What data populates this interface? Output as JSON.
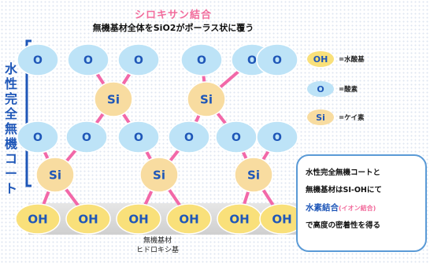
{
  "title": "シロキサン結合",
  "subtitle": "無機基材全体をSiO2がポーラス状に覆う",
  "vertical_label": [
    "水",
    "性",
    "完",
    "全",
    "無",
    "機",
    "コ",
    "ー",
    "ト"
  ],
  "base_label": [
    "無機基材",
    "ヒドロキシ基"
  ],
  "atom_labels": {
    "o": "O",
    "si": "Si",
    "oh": "OH"
  },
  "legend": [
    {
      "symbol": "OH",
      "text": "=水酸基",
      "color": "#f9e07a"
    },
    {
      "symbol": "O",
      "text": "=酸素",
      "color": "#bde3f7"
    },
    {
      "symbol": "Si",
      "text": "=ケイ素",
      "color": "#f8dca0"
    }
  ],
  "callout": {
    "line1": "水性完全無機コートと",
    "line2": "無機基材はSI-OHにて",
    "line3": "水素結合",
    "line3_note": "(イオン結合)",
    "line4": "で高度の密着性を得る"
  },
  "colors": {
    "bond": "#f268a8",
    "oxygen": "#bde3f7",
    "silicon": "#f8dca0",
    "hydroxyl": "#f9e07a",
    "accent_blue": "#1f57b8",
    "accent_pink": "#f26d9d"
  }
}
